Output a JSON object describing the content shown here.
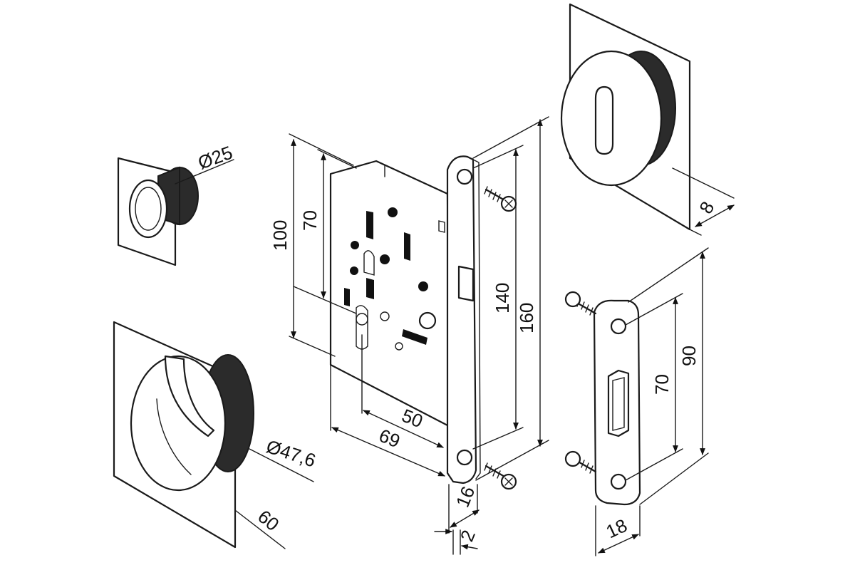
{
  "dimensions": {
    "knob_diameter": "Ø25",
    "rosette_diameter": "Ø47,6",
    "rosette_plate": "60",
    "lock_height": "100",
    "lock_upper": "70",
    "backset_50": "50",
    "backset_69": "69",
    "faceplate_hole_spacing": "140",
    "faceplate_length": "160",
    "faceplate_width": "16",
    "faceplate_thickness": "2",
    "escutcheon_depth": "8",
    "strike_length": "90",
    "strike_hole_spacing": "70",
    "strike_width": "18"
  }
}
